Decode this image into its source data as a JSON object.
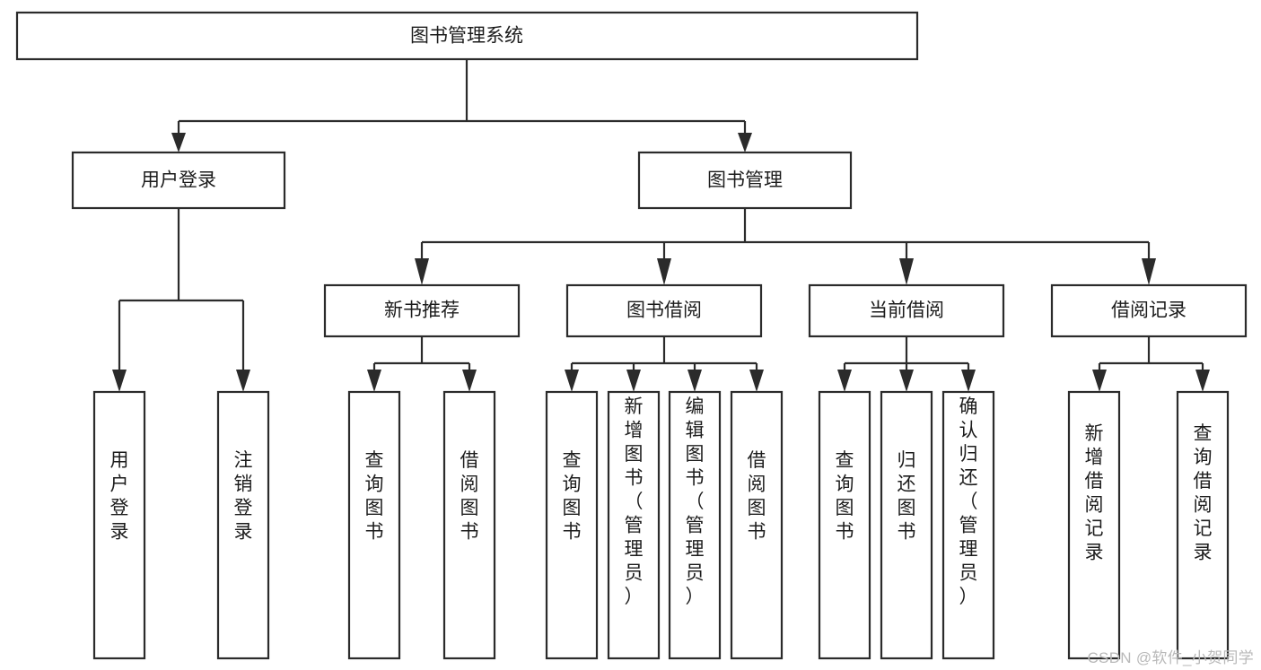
{
  "diagram": {
    "type": "tree-hierarchy",
    "title": "图书管理系统",
    "background_color": "#ffffff",
    "line_color": "#2b2b2b",
    "box_fill": "#ffffff",
    "text_color": "#1c1c1c",
    "root": {
      "label": "图书管理系统",
      "id": "root",
      "orientation": "horizontal"
    },
    "level2": [
      {
        "id": "user-login",
        "label": "用户登录",
        "orientation": "horizontal"
      },
      {
        "id": "book-management",
        "label": "图书管理",
        "orientation": "horizontal"
      }
    ],
    "level3": [
      {
        "id": "new-book-recommend",
        "label": "新书推荐",
        "orientation": "horizontal",
        "parent": "book-management"
      },
      {
        "id": "book-borrow",
        "label": "图书借阅",
        "orientation": "horizontal",
        "parent": "book-management"
      },
      {
        "id": "current-borrow",
        "label": "当前借阅",
        "orientation": "horizontal",
        "parent": "book-management"
      },
      {
        "id": "borrow-record",
        "label": "借阅记录",
        "orientation": "horizontal",
        "parent": "book-management"
      }
    ],
    "leaves": [
      {
        "id": "leaf-user-login",
        "label": "用户登录",
        "parent": "user-login",
        "orientation": "vertical"
      },
      {
        "id": "leaf-logout-login",
        "label": "注销登录",
        "parent": "user-login",
        "orientation": "vertical"
      },
      {
        "id": "leaf-query-book-1",
        "label": "查询图书",
        "parent": "new-book-recommend",
        "orientation": "vertical"
      },
      {
        "id": "leaf-borrow-book-1",
        "label": "借阅图书",
        "parent": "new-book-recommend",
        "orientation": "vertical"
      },
      {
        "id": "leaf-query-book-2",
        "label": "查询图书",
        "parent": "book-borrow",
        "orientation": "vertical"
      },
      {
        "id": "leaf-add-book",
        "label": "新增图书（管理员）",
        "parent": "book-borrow",
        "orientation": "vertical"
      },
      {
        "id": "leaf-edit-book",
        "label": "编辑图书（管理员）",
        "parent": "book-borrow",
        "orientation": "vertical"
      },
      {
        "id": "leaf-borrow-book-2",
        "label": "借阅图书",
        "parent": "book-borrow",
        "orientation": "vertical"
      },
      {
        "id": "leaf-query-book-3",
        "label": "查询图书",
        "parent": "current-borrow",
        "orientation": "vertical"
      },
      {
        "id": "leaf-return-book",
        "label": "归还图书",
        "parent": "current-borrow",
        "orientation": "vertical"
      },
      {
        "id": "leaf-confirm-return",
        "label": "确认归还（管理员）",
        "parent": "current-borrow",
        "orientation": "vertical"
      },
      {
        "id": "leaf-add-record",
        "label": "新增借阅记录",
        "parent": "borrow-record",
        "orientation": "vertical"
      },
      {
        "id": "leaf-query-record",
        "label": "查询借阅记录",
        "parent": "borrow-record",
        "orientation": "vertical"
      }
    ]
  },
  "watermark": {
    "text": "CSDN @软件_小贺同学",
    "color": "#b9b9b9"
  }
}
